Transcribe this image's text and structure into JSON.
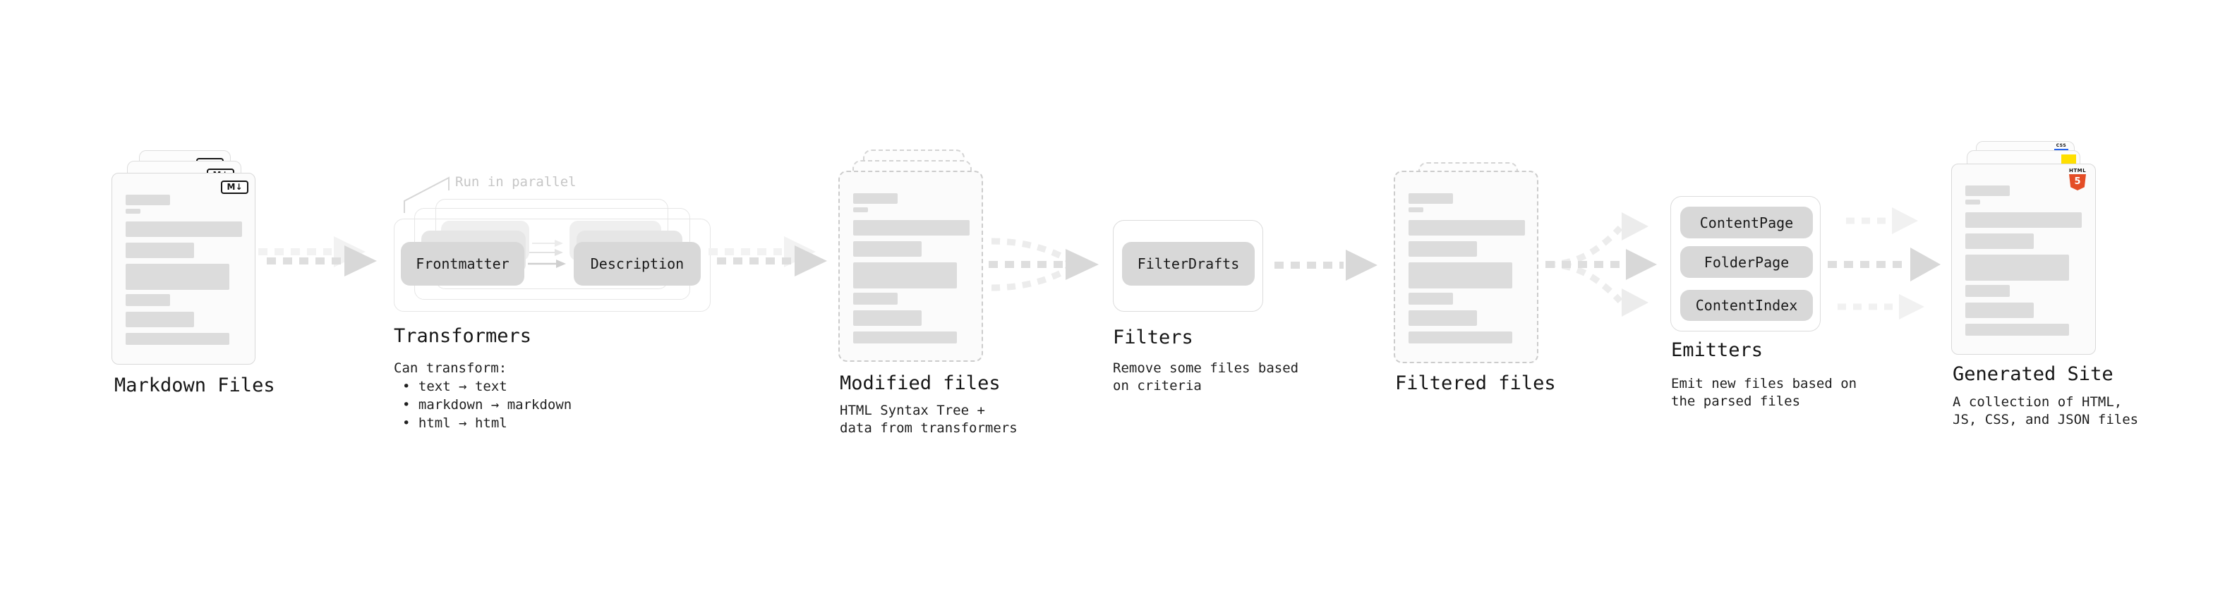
{
  "sections": {
    "markdown": {
      "title": "Markdown Files",
      "badge": "M↓"
    },
    "transformers": {
      "title": "Transformers",
      "annotation": "Run in parallel",
      "buttons": [
        "Frontmatter",
        "Description"
      ],
      "intro": "Can transform:",
      "bullets": [
        "• text → text",
        "• markdown → markdown",
        "• html → html"
      ]
    },
    "modified": {
      "title": "Modified files",
      "desc": [
        "HTML Syntax Tree +",
        "data from transformers"
      ]
    },
    "filters": {
      "title": "Filters",
      "button": "FilterDrafts",
      "desc": [
        "Remove some files based",
        "on criteria"
      ]
    },
    "filtered": {
      "title": "Filtered files"
    },
    "emitters": {
      "title": "Emitters",
      "buttons": [
        "ContentPage",
        "FolderPage",
        "ContentIndex"
      ],
      "desc": [
        "Emit new files based on",
        "the parsed files"
      ]
    },
    "generated": {
      "title": "Generated Site",
      "desc": [
        "A collection of HTML,",
        "JS, CSS, and JSON files"
      ],
      "badges": {
        "css": "CSS",
        "html_label": "HTML",
        "html_number": "5"
      }
    }
  },
  "colors": {
    "html5_orange": "#e44d26",
    "js_yellow": "#ffdf00",
    "css_blue": "#2563eb",
    "node_fill": "#d8d8d8",
    "placeholder_bar": "#dcdcdc",
    "arrow_gray": "#dedede",
    "arrow_light": "#f1f1f1",
    "annotation_gray": "#c6c6c6"
  }
}
